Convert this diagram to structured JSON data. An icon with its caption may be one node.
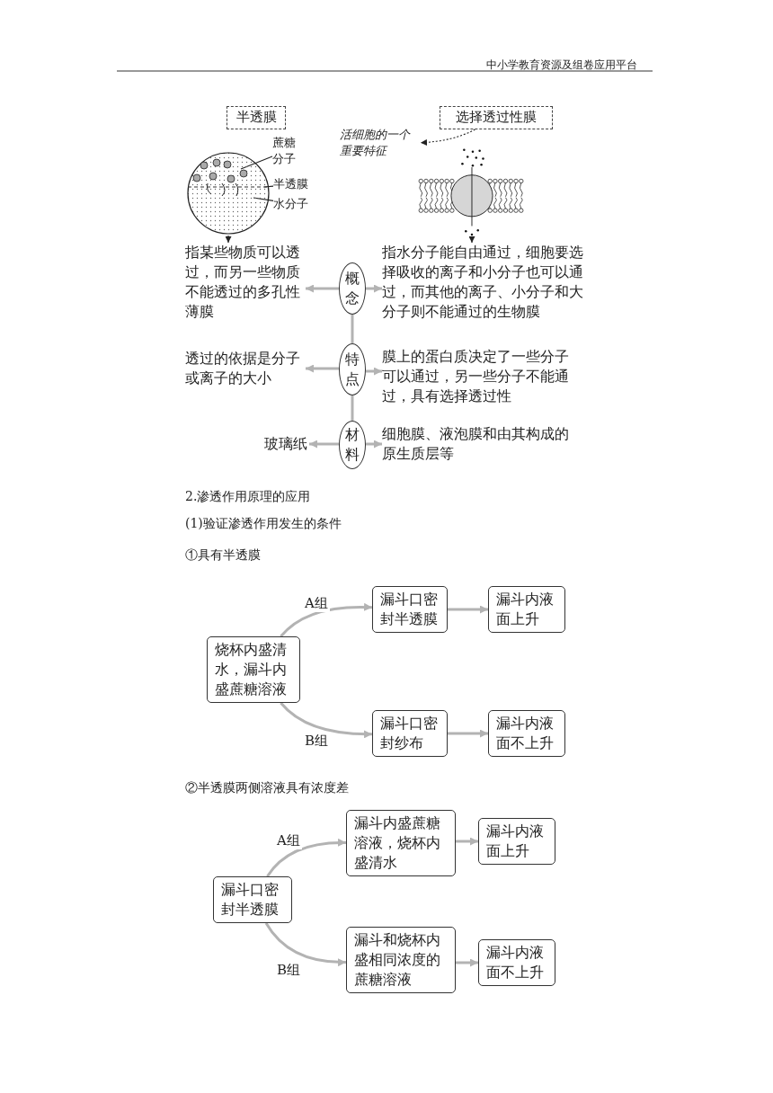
{
  "diagram": {
    "nodes": [
      {
        "text": [
          "半透膜"
        ]
      },
      {
        "text": [
          "选择透过性膜"
        ]
      },
      {
        "text": [
          "活细胞的一个重要特征"
        ]
      },
      {
        "text": [],
        "shape": "picture"
      },
      {
        "text": [
          "蔗糖分子"
        ]
      },
      {
        "text": [
          "半透膜"
        ]
      },
      {
        "text": [
          "水分子"
        ]
      },
      {
        "text": [],
        "shape": "picture"
      },
      {
        "text": [
          "指某些物质可以透过，而另一些物质不能透过的多孔性薄膜"
        ]
      },
      {
        "text": [
          "概念"
        ]
      },
      {
        "text": [
          "指水分子能自由通过，细胞要选择吸收的离子和小分子也可以通过，而其他的离子、小分子和大分子则不能通过的生物膜"
        ]
      },
      {
        "text": [
          "透过的依据是分子或离子的大小"
        ]
      },
      {
        "text": [
          "特点"
        ]
      },
      {
        "text": [
          "膜上的蛋白质决定了一些分子可以通过，另一些分子不能通过，具有选择透过性"
        ]
      },
      {
        "text": [
          "玻璃纸"
        ]
      },
      {
        "text": [
          "材料"
        ]
      },
      {
        "text": [
          "细胞膜、液泡膜和由其构成的原生质层等"
        ]
      },
      {
        "text": [
          "烧杯内盛清水，漏斗内盛蔗糖溶液"
        ]
      },
      {
        "text": [
          "漏斗口密封半透膜"
        ]
      },
      {
        "text": [
          "漏斗内液面上升"
        ]
      },
      {
        "text": [
          "漏斗口密封纱布"
        ]
      },
      {
        "text": [
          "漏斗内液面不上升"
        ]
      },
      {
        "text": [
          "漏斗口密封半透膜"
        ]
      },
      {
        "text": [
          "漏斗内盛蔗糖溶液，烧杯内盛清水"
        ]
      },
      {
        "text": [
          "漏斗内液面上升"
        ]
      },
      {
        "text": [
          "漏斗和烧杯内盛相同浓度的蔗糖溶液"
        ]
      },
      {
        "text": [
          "漏斗内液面不上升"
        ]
      }
    ],
    "edges": [
      {
        "from": 1,
        "to": 2,
        "arrow": "to",
        "style": "dashed",
        "color": "#222222"
      },
      {
        "from": 4,
        "to": 3,
        "arrow": "none",
        "color": "#222222"
      },
      {
        "from": 5,
        "to": 3,
        "arrow": "none",
        "color": "#222222"
      },
      {
        "from": 6,
        "to": 3,
        "arrow": "none",
        "color": "#222222"
      },
      {
        "from": 3,
        "to": 8,
        "arrow": "to",
        "color": "#222222"
      },
      {
        "from": 7,
        "to": 10,
        "arrow": "to",
        "color": "#222222"
      },
      {
        "from": 9,
        "to": 8,
        "arrow": "to"
      },
      {
        "from": 9,
        "to": 10,
        "arrow": "to"
      },
      {
        "from": 9,
        "to": 12,
        "arrow": "none"
      },
      {
        "from": 12,
        "to": 11,
        "arrow": "to"
      },
      {
        "from": 12,
        "to": 13,
        "arrow": "to"
      },
      {
        "from": 12,
        "to": 15,
        "arrow": "none"
      },
      {
        "from": 15,
        "to": 14,
        "arrow": "to"
      },
      {
        "from": 15,
        "to": 16,
        "arrow": "to"
      },
      {
        "from": 17,
        "to": 18,
        "arrow": "to",
        "label": "A组"
      },
      {
        "from": 18,
        "to": 19,
        "arrow": "to"
      },
      {
        "from": 17,
        "to": 20,
        "arrow": "to",
        "label": "B组"
      },
      {
        "from": 20,
        "to": 21,
        "arrow": "to"
      },
      {
        "from": 22,
        "to": 23,
        "arrow": "to",
        "label": "A组"
      },
      {
        "from": 23,
        "to": 24,
        "arrow": "to"
      },
      {
        "from": 22,
        "to": 25,
        "arrow": "to",
        "label": "B组"
      },
      {
        "from": 25,
        "to": 26,
        "arrow": "to"
      }
    ],
    "labels": [
      "中小学教育资源及组卷应用平台",
      "2.渗透作用原理的应用",
      "(1)验证渗透作用发生的条件",
      "①具有半透膜",
      "②半透膜两侧溶液具有浓度差"
    ]
  }
}
